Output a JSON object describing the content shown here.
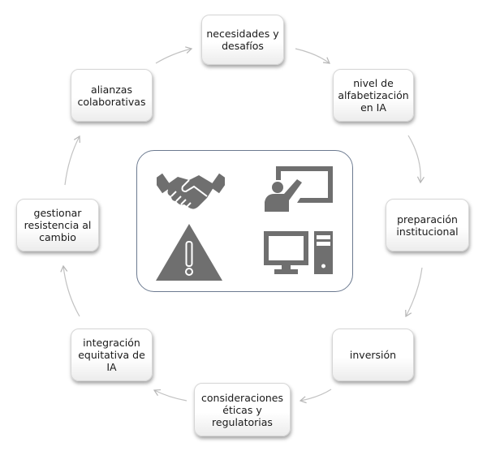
{
  "diagram": {
    "type": "cycle",
    "nodes": [
      {
        "id": "necesidades",
        "label": "necesidades y desafíos"
      },
      {
        "id": "nivel",
        "label": "nivel de alfabetización en IA"
      },
      {
        "id": "preparacion",
        "label": "preparación institucional"
      },
      {
        "id": "inversion",
        "label": "inversión"
      },
      {
        "id": "consideraciones",
        "label": "consideraciones éticas y regulatorias"
      },
      {
        "id": "integracion",
        "label": "integración equitativa de IA"
      },
      {
        "id": "gestionar",
        "label": "gestionar resistencia al cambio"
      },
      {
        "id": "alianzas",
        "label": "alianzas colaborativas"
      }
    ],
    "flow_direction": "clockwise",
    "center_icons": [
      "handshake-icon",
      "teacher-presentation-icon",
      "warning-icon",
      "desktop-computer-icon"
    ],
    "colors": {
      "icon": "#6f6f6f",
      "border": "#6c7a90",
      "arrow": "#b5b5b5"
    }
  }
}
